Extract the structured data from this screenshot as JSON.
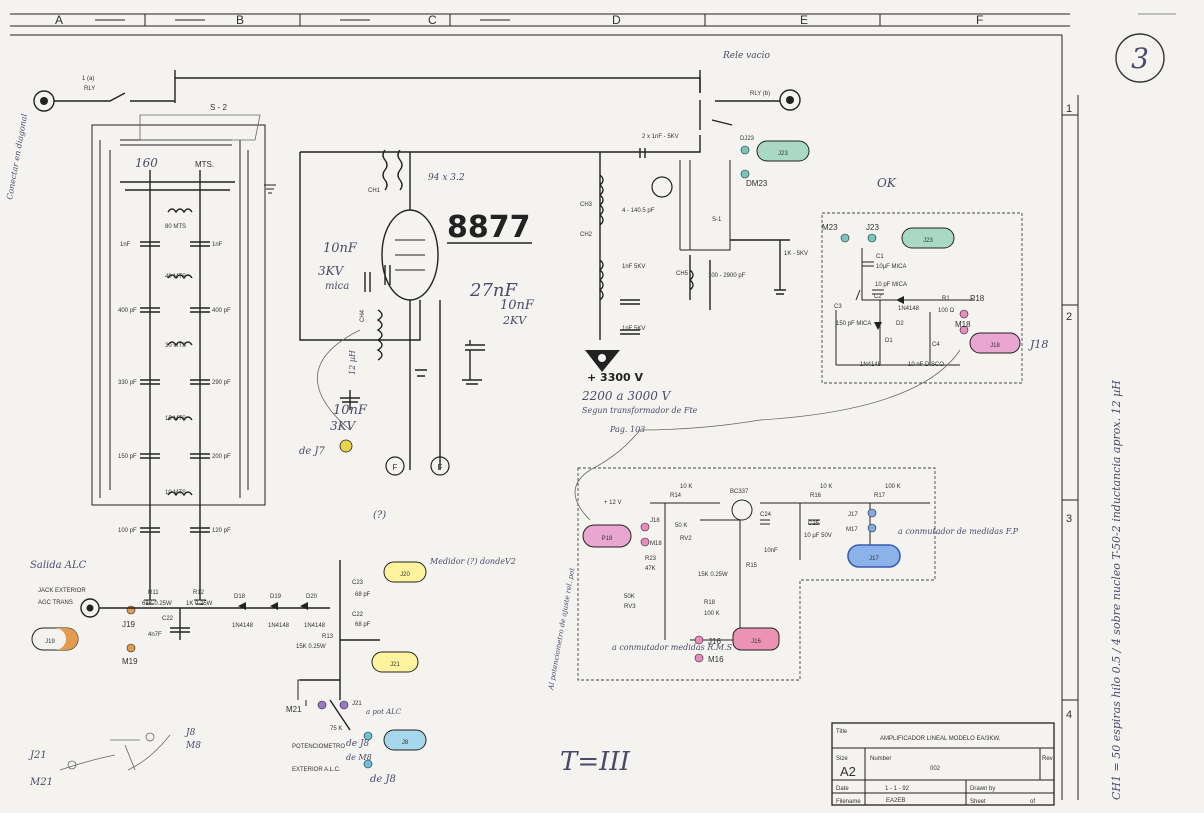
{
  "border": {
    "columns": [
      "A",
      "B",
      "C",
      "D",
      "E",
      "F"
    ],
    "rows": [
      "1",
      "2",
      "3",
      "4"
    ]
  },
  "page_number": "3",
  "tube": {
    "label": "8877"
  },
  "title_block": {
    "title_label": "Title",
    "title": "AMPLIFICADOR LINEAL MODELO EA/3KW.",
    "size_label": "Size",
    "size": "A2",
    "number_label": "Number",
    "number": "002",
    "rev_label": "Rev",
    "date_label": "Date",
    "date": "1 - 1 - 92",
    "drawn_label": "Drawn by",
    "filename_label": "Filename",
    "filename": "EA2EB",
    "sheet_label": "Sheet",
    "sheet_of": "of"
  },
  "section_label": "T=III",
  "hv": {
    "label": "+ 3300 V",
    "note1": "2200 a 3000 V",
    "note2": "Segun transformador de Fte",
    "note3": "Pag. 103"
  },
  "relays": {
    "rly_a": "RLY",
    "rly_a_num": "1 (a)",
    "rly_b": "RLY (b)",
    "rele_note": "Rele vacio"
  },
  "switch_s2": "S - 2",
  "input_side": {
    "c1": "160",
    "c1_unit": "MTS.",
    "bands": [
      "80 MTS",
      "40 MTS",
      "30 MTS",
      "15 MTS",
      "10 MTS"
    ],
    "caps": [
      "1nF",
      "1nF",
      "400 pF",
      "400 pF",
      "330 pF",
      "290 pF",
      "150 pF",
      "200 pF",
      "100 pF",
      "120 pF"
    ]
  },
  "input_notes": {
    "vert_left": "Conectar en diagonal",
    "c_10nf": "10nF",
    "c_3kv": "3KV",
    "c_mica": "mica",
    "c_10nf_b": "10nF",
    "c_3kv_b": "3KV",
    "cap_27": "27nF",
    "cap_27_b": "10nF",
    "cap_27_v": "2KV",
    "ch4": "CH4",
    "l12uh": "12 µH",
    "dej7": "de J7"
  },
  "output": {
    "ch1": "CH1",
    "ch1_note": "94 x 3.2",
    "ch3": "CH3",
    "ch2": "CH2",
    "cap_top": "2 x 1nF - 5KV",
    "cvar": "4 - 140.5 pF",
    "cvar2": "100 - 2900 pF",
    "s31": "S-1",
    "ch5": "CH5",
    "c1nf5": "1nF 5KV",
    "c1nf5b": "1nF 5KV",
    "c1k": "1K - 5KV"
  },
  "power_box": {
    "ok": "OK",
    "m23": "M23",
    "j23": "J23",
    "j23_conn": "J23",
    "c1": "C1",
    "c1_val": "10µF MICA",
    "c2": "C2",
    "c2_val": "10 pF MICA",
    "c3": "C3",
    "c3_val": "150 pF MICA",
    "d1": "D1",
    "d2": "D2",
    "d1_val": "1N4148",
    "d2_val": "1N4148",
    "r1": "R1",
    "r1_val": "100 Ω",
    "c4": "C4",
    "c4_val": "10 nF DISCO",
    "p18": "P18",
    "m18": "M18",
    "j18": "J18",
    "j18_conn": "J18",
    "dj23": "DJ23",
    "dm23": "DM23"
  },
  "meter_box": {
    "v12": "+ 12 V",
    "r14": "R14",
    "r14_val": "10 K",
    "bc337": "BC337",
    "r16": "R16",
    "r16_val": "10 K",
    "r17": "R17",
    "r17_val": "100 K",
    "rv2": "RV2",
    "rv2_val": "50 K",
    "r23": "R23",
    "r23_val": "47K",
    "r15": "R15",
    "r15_val": "15K 0.25W",
    "r18": "R18",
    "r18_val": "100 K",
    "rv3": "RV3",
    "rv3_val": "50K",
    "c24": "C24",
    "c24_val": "10nF",
    "c25": "C25",
    "c25_val": "10 µF 50V",
    "p18": "P18",
    "j18": "J18",
    "m18": "M18",
    "j17": "J17",
    "m17": "M17",
    "j17_conn": "J17",
    "j16": "J16",
    "m16": "M16",
    "j16_conn": "J16",
    "to_fp": "a conmutador de medidas F.P",
    "to_rms": "a conmutador medidas R.M.S",
    "vertical_note": "Al potenciometro de ajuste rel. pot"
  },
  "alc": {
    "salida": "Salida ALC",
    "jack": "JACK EXTERIOR",
    "agc": "AGC TRANS",
    "j19": "J19",
    "m19": "M19",
    "j19_conn": "J19",
    "r11": "R11",
    "r11_val": "68K 0.25W",
    "c22": "C22",
    "c22_val": "4n7F",
    "r12": "R12",
    "r12_val": "1K 0.25W",
    "d18": "D18",
    "d19": "D19",
    "d20": "D20",
    "dval": "1N4148",
    "r13": "R13",
    "r13_val": "15K 0.25W",
    "c23": "C23",
    "c23_val": "68 pF",
    "c22b": "C22",
    "c22b_val": "68 pF",
    "j20": "J20",
    "j20_note": "Medidor (?) dondeV2",
    "j21": "J21",
    "j21_conn": "J21",
    "j21_note": "a pot ALC",
    "m21": "M21",
    "pot": "75 K",
    "pot_title": "POTENCIOMETRO",
    "pot_sub": "EXTERIOR A.L.C.",
    "dej8": "de J8",
    "dej8b": "de J8",
    "dem8": "de M8",
    "j8": "J8",
    "j8_conn": "J8",
    "m8": "M8",
    "q2": "(?)",
    "j21b": "J21",
    "m21b": "M21"
  },
  "right_vertical": "CH1 = 50 espiras hilo 0.5 / 4 sobre nucleo T-50-2 inductancia aprox. 12 µH",
  "filament": {
    "f": "F"
  }
}
